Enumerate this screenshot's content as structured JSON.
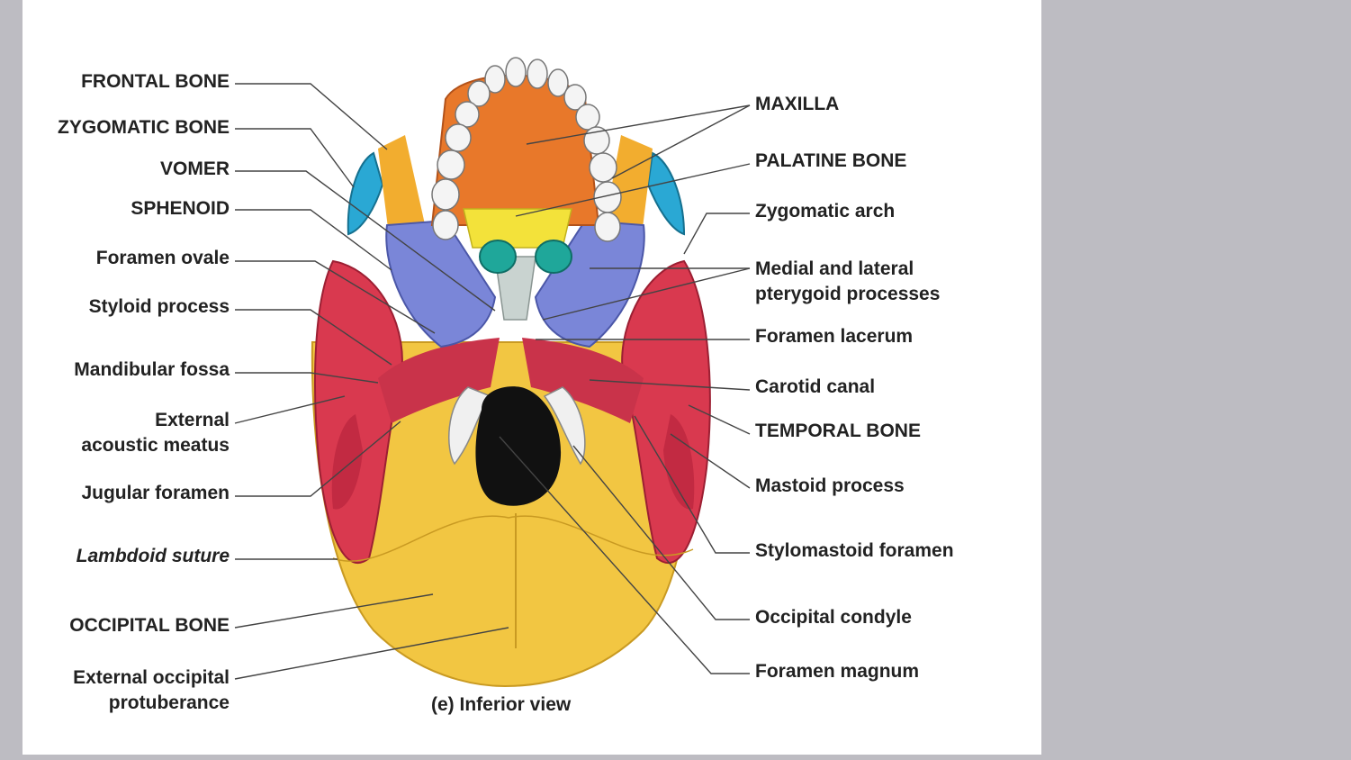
{
  "left_labels": [
    {
      "key": "frontal",
      "text": "FRONTAL BONE"
    },
    {
      "key": "zygomatic",
      "text": "ZYGOMATIC BONE"
    },
    {
      "key": "vomer",
      "text": "VOMER"
    },
    {
      "key": "sphenoid",
      "text": "SPHENOID"
    },
    {
      "key": "foramen_ovale",
      "text": "Foramen ovale"
    },
    {
      "key": "styloid",
      "text": "Styloid process"
    },
    {
      "key": "mandibular_fossa",
      "text": "Mandibular fossa"
    },
    {
      "key": "eam_line1",
      "text": "External"
    },
    {
      "key": "eam_line2",
      "text": "acoustic meatus"
    },
    {
      "key": "jugular",
      "text": "Jugular foramen"
    },
    {
      "key": "lambdoid",
      "text": "Lambdoid suture"
    },
    {
      "key": "occipital",
      "text": "OCCIPITAL BONE"
    },
    {
      "key": "eop_line1",
      "text": "External occipital"
    },
    {
      "key": "eop_line2",
      "text": "protuberance"
    }
  ],
  "right_labels": [
    {
      "key": "maxilla",
      "text": "MAXILLA"
    },
    {
      "key": "palatine",
      "text": "PALATINE BONE"
    },
    {
      "key": "zyg_arch",
      "text": "Zygomatic arch"
    },
    {
      "key": "ptery_line1",
      "text": "Medial and lateral"
    },
    {
      "key": "ptery_line2",
      "text": "pterygoid processes"
    },
    {
      "key": "lacerum",
      "text": "Foramen lacerum"
    },
    {
      "key": "carotid",
      "text": "Carotid canal"
    },
    {
      "key": "temporal",
      "text": "TEMPORAL BONE"
    },
    {
      "key": "mastoid",
      "text": "Mastoid process"
    },
    {
      "key": "stylomastoid",
      "text": "Stylomastoid foramen"
    },
    {
      "key": "condyle",
      "text": "Occipital condyle"
    },
    {
      "key": "magnum",
      "text": "Foramen magnum"
    }
  ],
  "caption": "(e) Inferior view",
  "colors": {
    "frontal": "#f2ad2f",
    "zygomatic": "#2aa8d4",
    "maxilla": "#e8782a",
    "palatine": "#f3e23a",
    "sphenoid": "#7a86d8",
    "vomer": "#c9d3d0",
    "temporal": "#d9394f",
    "occipital": "#f2c642",
    "teeth": "#f4f4f4",
    "nasal": "#1fa79a",
    "foramen": "#111111",
    "background": "#bdbcc2"
  }
}
